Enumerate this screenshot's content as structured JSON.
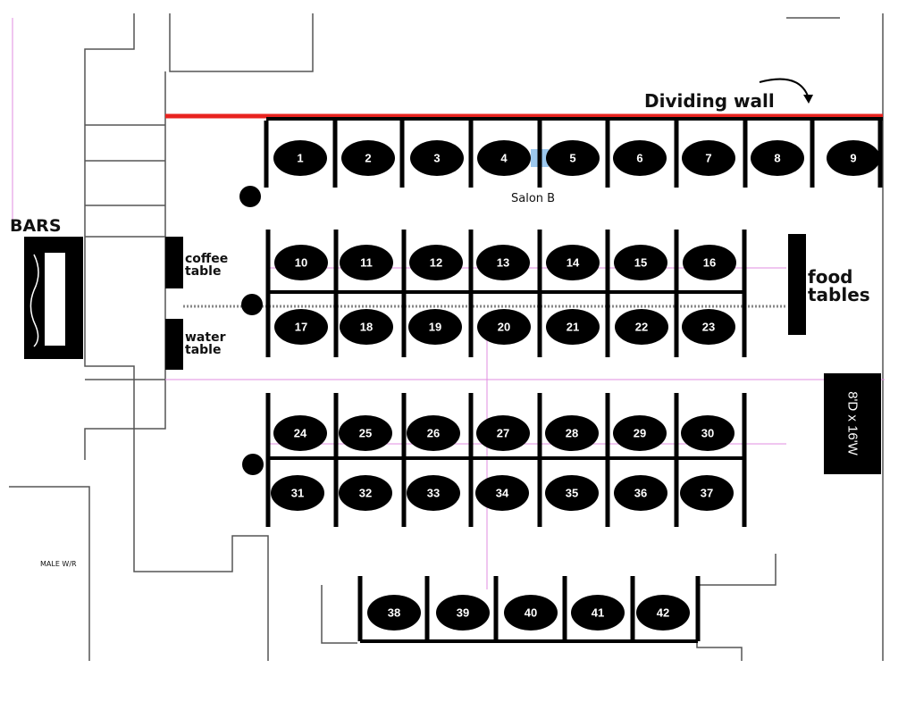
{
  "title": "Salon B",
  "labels": {
    "dividing_wall": "Dividing wall",
    "bars": "BARS",
    "coffee_table": "coffee table",
    "water_table": "water table",
    "food_tables": "food tables",
    "stage": "8'D x 16'W",
    "room": "Salon B",
    "restroom": "MALE W/R"
  },
  "colors": {
    "dividing_wall": "#e8231f",
    "table": "#000000",
    "guide": "#e08ee0"
  },
  "table_rows": [
    {
      "name": "row-1",
      "tables": [
        "1",
        "2",
        "3",
        "4",
        "5",
        "6",
        "7",
        "8",
        "9"
      ]
    },
    {
      "name": "row-2",
      "tables": [
        "10",
        "11",
        "12",
        "13",
        "14",
        "15",
        "16"
      ]
    },
    {
      "name": "row-3",
      "tables": [
        "17",
        "18",
        "19",
        "20",
        "21",
        "22",
        "23"
      ]
    },
    {
      "name": "row-4",
      "tables": [
        "24",
        "25",
        "26",
        "27",
        "28",
        "29",
        "30"
      ]
    },
    {
      "name": "row-5",
      "tables": [
        "31",
        "32",
        "33",
        "34",
        "35",
        "36",
        "37"
      ]
    },
    {
      "name": "row-6",
      "tables": [
        "38",
        "39",
        "40",
        "41",
        "42"
      ]
    }
  ]
}
